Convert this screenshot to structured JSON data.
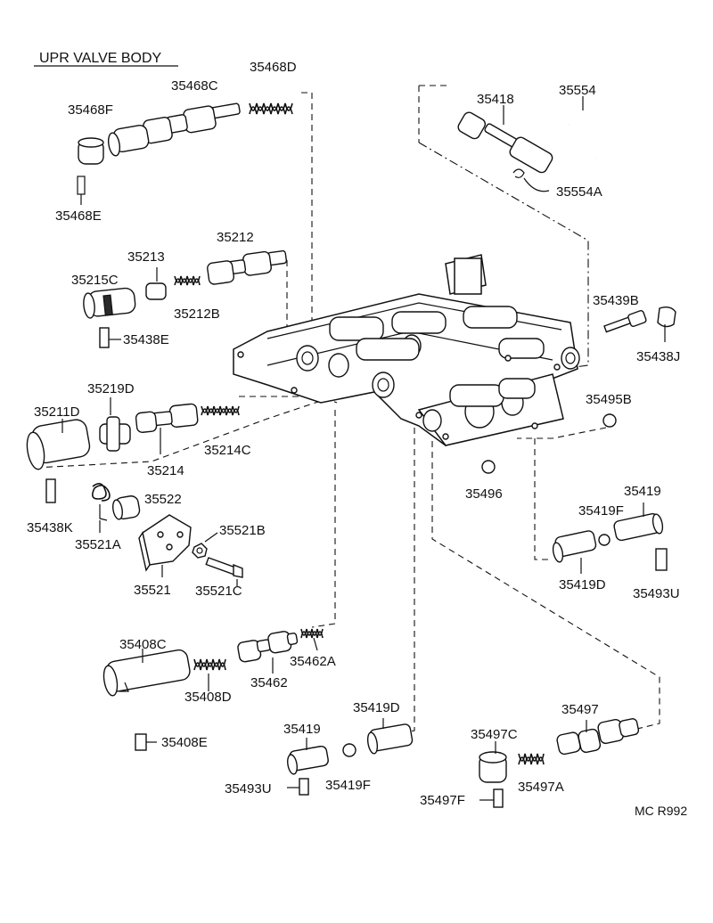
{
  "title": "UPR VALVE BODY",
  "code": "MC R992",
  "parts": {
    "p35468D": "35468D",
    "p35468C": "35468C",
    "p35468F": "35468F",
    "p35468E": "35468E",
    "p35213": "35213",
    "p35212": "35212",
    "p35215C": "35215C",
    "p35212B": "35212B",
    "p35438E": "35438E",
    "p35219D": "35219D",
    "p35211D": "35211D",
    "p35214C": "35214C",
    "p35214": "35214",
    "p35438K": "35438K",
    "p35522": "35522",
    "p35521A": "35521A",
    "p35521B": "35521B",
    "p35521": "35521",
    "p35521C": "35521C",
    "p35418": "35418",
    "p35554": "35554",
    "p35554A": "35554A",
    "p35439B": "35439B",
    "p35438J": "35438J",
    "p35495B": "35495B",
    "p35496": "35496",
    "p35419_r": "35419",
    "p35419F_r": "35419F",
    "p35419D_r": "35419D",
    "p35493U_r": "35493U",
    "p35408C": "35408C",
    "p35408D": "35408D",
    "p35462A": "35462A",
    "p35462": "35462",
    "p35408E": "35408E",
    "p35419D_b": "35419D",
    "p35419_b": "35419",
    "p35493U_b": "35493U",
    "p35419F_b": "35419F",
    "p35497": "35497",
    "p35497C": "35497C",
    "p35497A": "35497A",
    "p35497F": "35497F"
  }
}
